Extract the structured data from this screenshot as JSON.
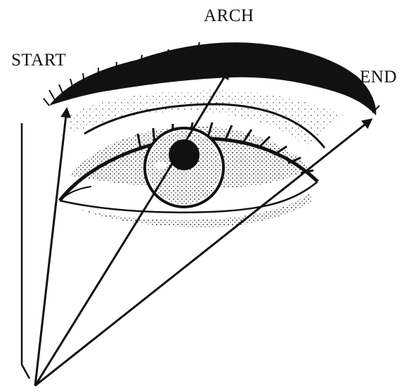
{
  "labels": {
    "start": "START",
    "arch": "ARCH",
    "end": "END"
  },
  "colors": {
    "ink": "#111111",
    "background": "#ffffff"
  }
}
